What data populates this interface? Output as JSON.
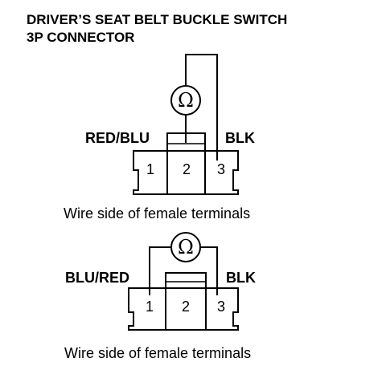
{
  "title": {
    "line1": "DRIVER’S SEAT BELT BUCKLE SWITCH",
    "line2": "3P CONNECTOR"
  },
  "meter_symbol": "Ω",
  "diagram_top": {
    "left_wire": "RED/BLU",
    "right_wire": "BLK",
    "pins": [
      "1",
      "2",
      "3"
    ],
    "caption": "Wire side of female terminals"
  },
  "diagram_bottom": {
    "left_wire": "BLU/RED",
    "right_wire": "BLK",
    "pins": [
      "1",
      "2",
      "3"
    ],
    "caption": "Wire side of female terminals"
  }
}
